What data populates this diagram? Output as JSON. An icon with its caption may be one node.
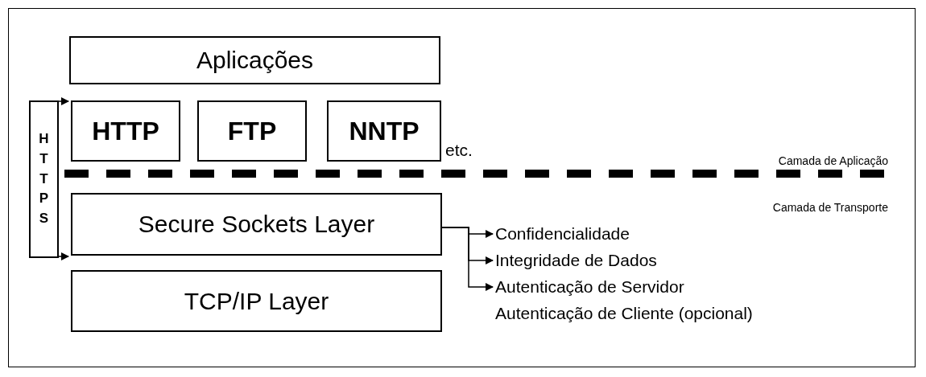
{
  "diagram": {
    "nodes": [
      {
        "text": [
          "Aplicações"
        ]
      },
      {
        "text": [
          "HTTPS"
        ]
      },
      {
        "text": [
          "HTTP"
        ]
      },
      {
        "text": [
          "FTP"
        ]
      },
      {
        "text": [
          "NNTP"
        ]
      },
      {
        "text": [
          "Secure Sockets Layer"
        ]
      },
      {
        "text": [
          "TCP/IP Layer"
        ]
      },
      {
        "text": [
          "Confidencialidade"
        ]
      },
      {
        "text": [
          "Integridade de Dados"
        ]
      },
      {
        "text": [
          "Autenticação de Servidor"
        ]
      }
    ],
    "edges": [
      {
        "from": 1,
        "to": 2,
        "arrow": "to"
      },
      {
        "from": 1,
        "to": 5,
        "arrow": "to"
      },
      {
        "from": 5,
        "to": 7,
        "arrow": "to"
      },
      {
        "from": 5,
        "to": 8,
        "arrow": "to"
      },
      {
        "from": 5,
        "to": 9,
        "arrow": "to"
      }
    ],
    "labels": [
      "etc.",
      "Camada de Aplicação",
      "Camada de Transporte",
      "Autenticação de Cliente (opcional)"
    ]
  }
}
